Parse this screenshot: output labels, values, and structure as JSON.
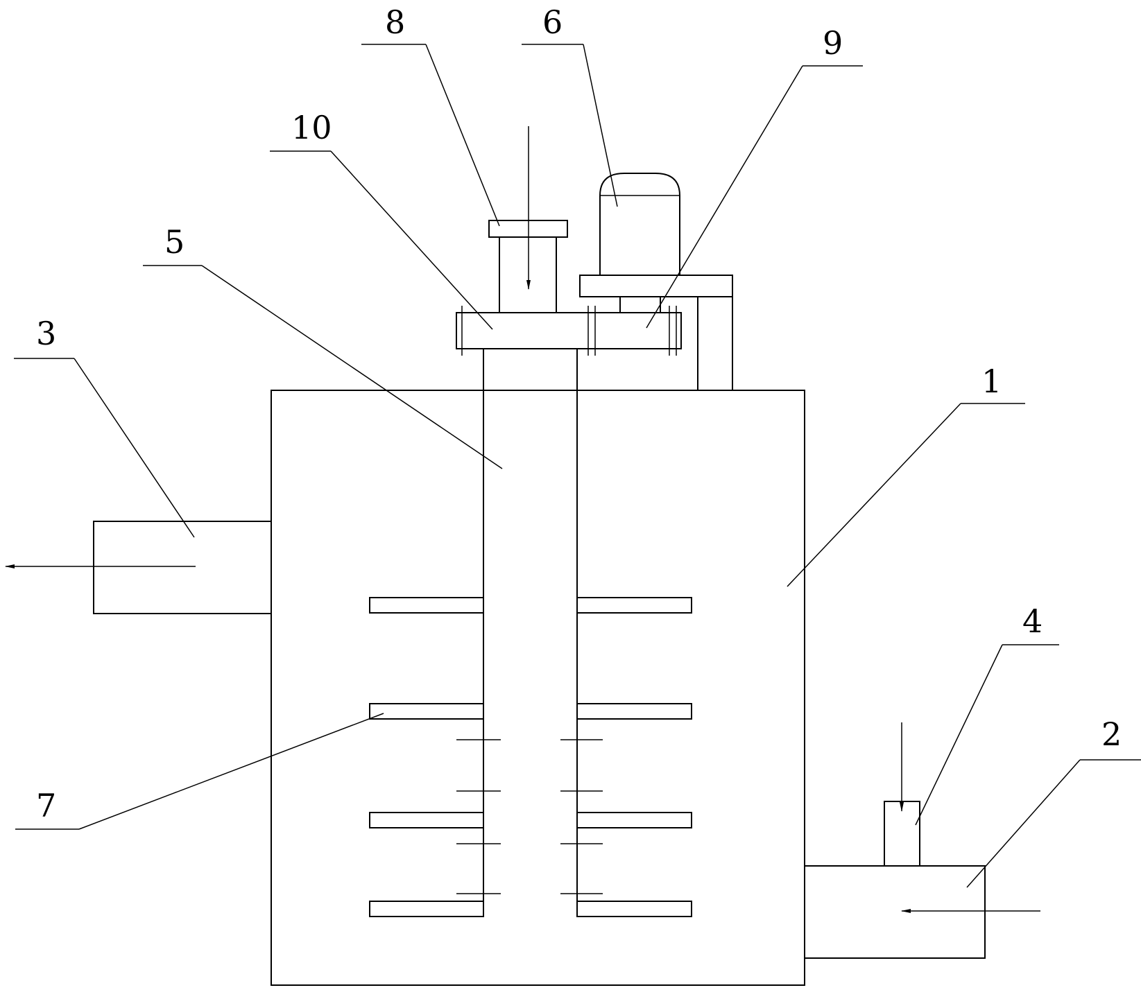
{
  "labels": {
    "tank": "1",
    "inlet_pipe": "2",
    "outlet_pipe": "3",
    "feed_pipe": "4",
    "hollow_shaft": "5",
    "motor": "6",
    "paddles": "7",
    "top_inlet": "8",
    "drive_coupling": "9",
    "bearing_seat": "10"
  },
  "colors": {
    "line": "#000000",
    "background": "#ffffff"
  }
}
